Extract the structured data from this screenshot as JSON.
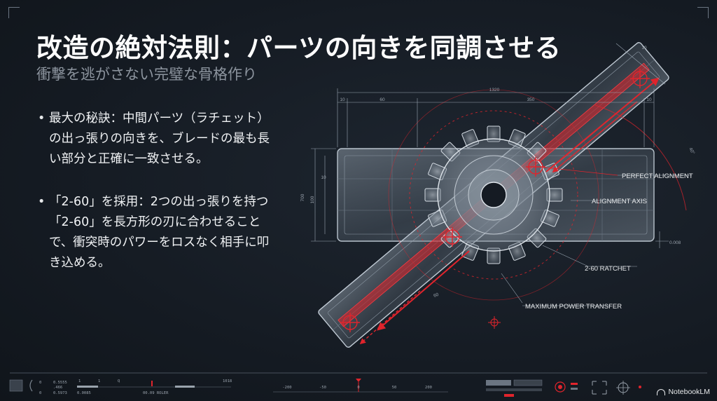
{
  "title": "改造の絶対法則：パーツの向きを同調させる",
  "subtitle": "衝撃を逃がさない完璧な骨格作り",
  "bullets": [
    {
      "text": "最大の秘訣：中間パーツ（ラチェット）の出っ張りの向きを、ブレードの最も長い部分と正確に一致させる。"
    },
    {
      "text": "「2-60」を採用：2つの出っ張りを持つ「2-60」を長方形の刃に合わせることで、衝突時のパワーをロスなく相手に叩き込める。"
    }
  ],
  "diagram": {
    "callouts": {
      "perfect_alignment": "PERFECT ALIGNMENT",
      "alignment_axis": "ALIGNMENT AXIS",
      "ratchet": "2-60 RATCHET",
      "power_transfer": "MAXIMUM POWER TRANSFER"
    },
    "dimensions": {
      "top_total": "1320",
      "top_a": "10",
      "top_b": "60",
      "top_c": "350",
      "top_d": "10",
      "diag_top": "10",
      "left_outer": "700",
      "left_inner": "100",
      "left_small": "10",
      "right_small": "0.008",
      "angle": "40°",
      "lower_diag": "60"
    }
  },
  "hud": {
    "left_vals": [
      "0.5555",
      ".466",
      "0.5973"
    ],
    "left_red": [
      "0",
      "0"
    ],
    "bar_a": "0.0085",
    "bar_b": "00.09 ROLER",
    "bar_c": "1018",
    "scale": [
      "-200",
      "-50",
      "0",
      "50",
      "200"
    ],
    "scale_marks": [
      "1",
      "1",
      "Q"
    ]
  },
  "brand": "NotebookLM",
  "colors": {
    "accent": "#e0242c",
    "line": "#9aa6b2",
    "bg": "#151b23"
  }
}
